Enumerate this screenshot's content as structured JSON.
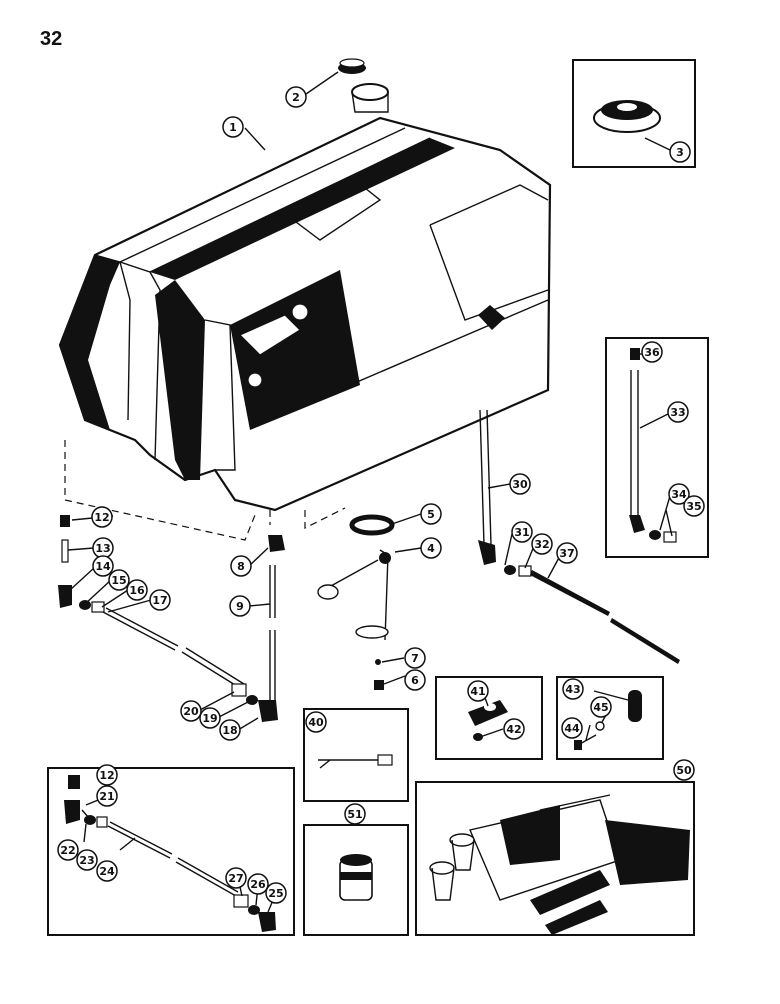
{
  "page_number": "32",
  "callouts": [
    {
      "label": "1"
    },
    {
      "label": "2"
    },
    {
      "label": "3"
    },
    {
      "label": "4"
    },
    {
      "label": "5"
    },
    {
      "label": "6"
    },
    {
      "label": "7"
    },
    {
      "label": "8"
    },
    {
      "label": "9"
    },
    {
      "label": "12"
    },
    {
      "label": "13"
    },
    {
      "label": "14"
    },
    {
      "label": "15"
    },
    {
      "label": "16"
    },
    {
      "label": "17"
    },
    {
      "label": "18"
    },
    {
      "label": "19"
    },
    {
      "label": "20"
    },
    {
      "label": "30"
    },
    {
      "label": "31"
    },
    {
      "label": "32"
    },
    {
      "label": "37"
    },
    {
      "label": "36"
    },
    {
      "label": "33"
    },
    {
      "label": "34"
    },
    {
      "label": "35"
    },
    {
      "label": "41"
    },
    {
      "label": "42"
    },
    {
      "label": "43"
    },
    {
      "label": "45"
    },
    {
      "label": "44"
    },
    {
      "label": "40"
    },
    {
      "label": "50"
    },
    {
      "label": "51"
    },
    {
      "label": "12"
    },
    {
      "label": "21"
    },
    {
      "label": "22"
    },
    {
      "label": "23"
    },
    {
      "label": "24"
    },
    {
      "label": "27"
    },
    {
      "label": "26"
    },
    {
      "label": "25"
    }
  ]
}
